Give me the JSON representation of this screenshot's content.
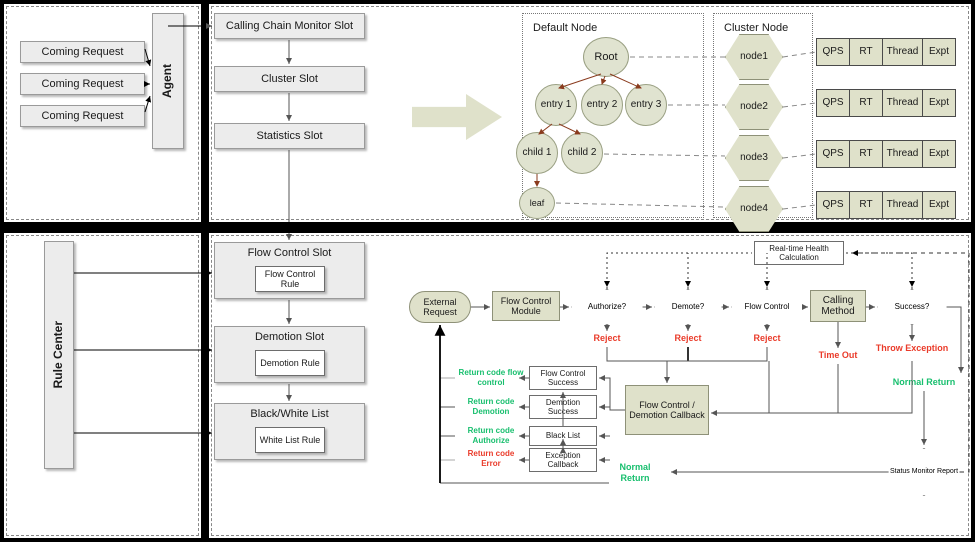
{
  "panels": {
    "top_left": {
      "agent_label": "Agent",
      "requests": [
        {
          "label": "Coming Request"
        },
        {
          "label": "Coming Request"
        },
        {
          "label": "Coming Request"
        }
      ]
    },
    "top_right": {
      "slots": [
        {
          "label": "Calling Chain Monitor Slot"
        },
        {
          "label": "Cluster Slot"
        },
        {
          "label": "Statistics Slot"
        }
      ],
      "arrow_icon": "right-block-arrow-icon",
      "default_node": {
        "title": "Default Node",
        "nodes": [
          {
            "id": "root",
            "label": "Root"
          },
          {
            "id": "entry1",
            "label": "entry 1"
          },
          {
            "id": "entry2",
            "label": "entry 2"
          },
          {
            "id": "entry3",
            "label": "entry 3"
          },
          {
            "id": "child1",
            "label": "child 1"
          },
          {
            "id": "child2",
            "label": "child 2"
          },
          {
            "id": "leaf",
            "label": "leaf"
          }
        ]
      },
      "cluster_node": {
        "title": "Cluster Node",
        "nodes": [
          {
            "label": "node1"
          },
          {
            "label": "node2"
          },
          {
            "label": "node3"
          },
          {
            "label": "node4"
          }
        ],
        "metric_columns": [
          "QPS",
          "RT",
          "Thread",
          "Expt"
        ]
      }
    },
    "bottom_left": {
      "rule_center_label": "Rule Center"
    },
    "bottom_right_slots": [
      {
        "title": "Flow Control Slot",
        "rule": "Flow Control Rule"
      },
      {
        "title": "Demotion Slot",
        "rule": "Demotion Rule"
      },
      {
        "title": "Black/White List",
        "rule": "White List Rule"
      }
    ],
    "flowchart": {
      "external_request": "External Request",
      "flow_control_module": "Flow Control Module",
      "decisions": [
        {
          "label": "Authorize?",
          "reject": "Reject"
        },
        {
          "label": "Demote?",
          "reject": "Reject"
        },
        {
          "label": "Flow Control",
          "reject": "Reject"
        }
      ],
      "calling_method": "Calling Method",
      "time_out": "Time Out",
      "success_decision": "Success?",
      "throw_exception": "Throw Exception",
      "normal_return_right": "Normal Return",
      "health_calculation": "Real-time Health Calculation",
      "callback_box": "Flow Control / Demotion Callback",
      "status_monitor": "Status Monitor Report",
      "normal_return_bottom": "Normal Return",
      "result_rows": [
        {
          "code": "Return code flow control",
          "code_color": "green",
          "box": "Flow Control Success"
        },
        {
          "code": "Return code Demotion",
          "code_color": "green",
          "box": "Demotion Success"
        },
        {
          "code": "Return code Authorize",
          "code_color": "green",
          "box": "Black List"
        },
        {
          "code": "Return code Error",
          "code_color": "red",
          "box": "Exception Callback"
        }
      ]
    }
  },
  "colors": {
    "sage_fill": "#dfe1ca",
    "grey_fill": "#ececec",
    "red": "#ea3b2a",
    "green": "#18bf6e",
    "panel_bg": "#ffffff",
    "divider": "#000000"
  }
}
